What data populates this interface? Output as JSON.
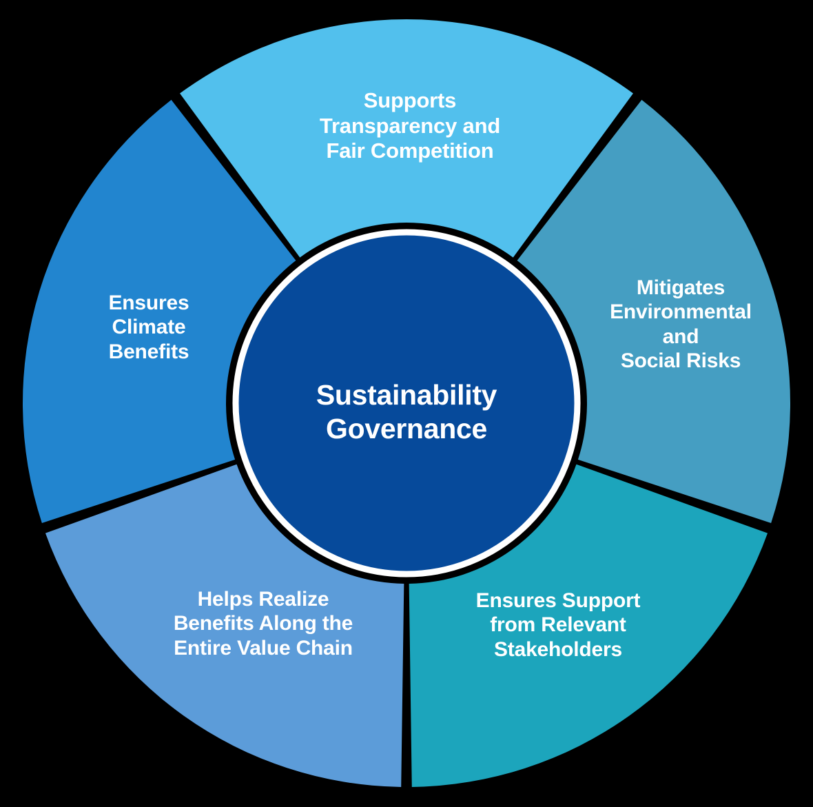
{
  "diagram": {
    "type": "circular-wheel",
    "title": "Sustainability Governance",
    "background_color": "#000000",
    "divider_color": "#ffffff",
    "center": {
      "label": "Sustainability\nGovernance",
      "color": "#064a9b",
      "text_color": "#ffffff"
    },
    "segments": [
      {
        "id": "supports-transparency",
        "label": "Supports\nTransparency and\nFair Competition",
        "color": "#52c0ed",
        "text_color": "#ffffff",
        "start_angle": 53,
        "end_angle": 127,
        "position": "top"
      },
      {
        "id": "mitigates-risks",
        "label": "Mitigates\nEnvironmental\nand\nSocial Risks",
        "color": "#459ec2",
        "text_color": "#ffffff",
        "start_angle": -19,
        "end_angle": 53,
        "position": "right"
      },
      {
        "id": "ensures-stakeholder-support",
        "label": "Ensures Support\nfrom Relevant\nStakeholders",
        "color": "#1ca5bc",
        "text_color": "#ffffff",
        "start_angle": -90,
        "end_angle": -19,
        "position": "bottom-right"
      },
      {
        "id": "helps-realize-benefits",
        "label": "Helps Realize\nBenefits Along the\nEntire Value Chain",
        "color": "#5c9cd9",
        "text_color": "#ffffff",
        "start_angle": -161,
        "end_angle": -90,
        "position": "bottom-left"
      },
      {
        "id": "ensures-climate-benefits",
        "label": "Ensures\nClimate\nBenefits",
        "color": "#2285cf",
        "text_color": "#ffffff",
        "start_angle": 127,
        "end_angle": 199,
        "position": "left"
      }
    ]
  }
}
